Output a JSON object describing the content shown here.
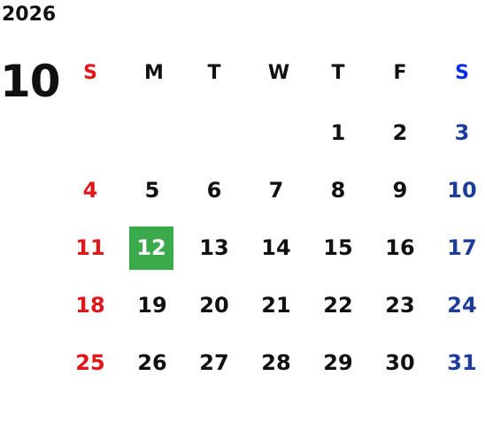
{
  "calendar": {
    "year": "2026",
    "month": "10",
    "weekdays": [
      "S",
      "M",
      "T",
      "W",
      "T",
      "F",
      "S"
    ],
    "weeks": [
      [
        "",
        "",
        "",
        "",
        "1",
        "2",
        "3"
      ],
      [
        "4",
        "5",
        "6",
        "7",
        "8",
        "9",
        "10"
      ],
      [
        "11",
        "12",
        "13",
        "14",
        "15",
        "16",
        "17"
      ],
      [
        "18",
        "19",
        "20",
        "21",
        "22",
        "23",
        "24"
      ],
      [
        "25",
        "26",
        "27",
        "28",
        "29",
        "30",
        "31"
      ]
    ],
    "highlighted_day": "12",
    "colors": {
      "sunday": "#e0161b",
      "saturday_header": "#0a2be6",
      "saturday": "#1e3d9a",
      "weekday": "#111111",
      "highlight_bg": "#3aaa4a",
      "highlight_text": "#ffffff"
    }
  }
}
